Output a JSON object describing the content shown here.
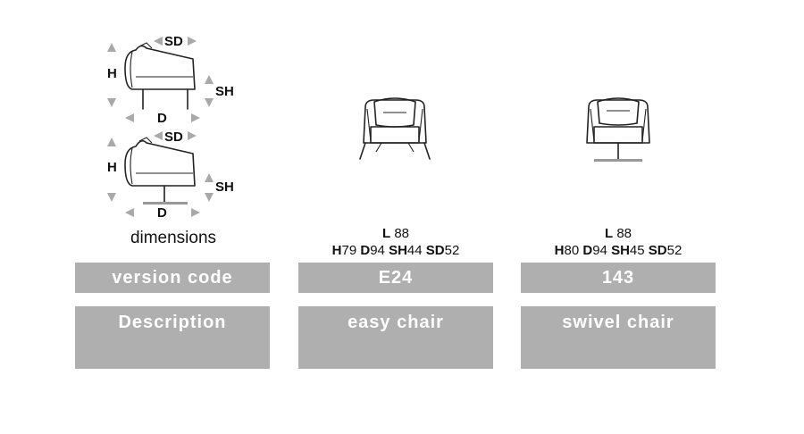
{
  "dimensions_panel": {
    "caption": "dimensions",
    "side_view_1": {
      "label_sd": "SD",
      "label_h": "H",
      "label_sh": "SH",
      "label_d": "D"
    },
    "side_view_2": {
      "label_sd": "SD",
      "label_h": "H",
      "label_sh": "SH",
      "label_d": "D"
    }
  },
  "products": [
    {
      "icon": "easy-chair-front-icon",
      "length_label": "L",
      "length_value": " 88",
      "h_label": "H",
      "h_value": "79 ",
      "d_label": "D",
      "d_value": "94 ",
      "sh_label": "SH",
      "sh_value": "44 ",
      "sd_label": "SD",
      "sd_value": "52",
      "version_code": "E24",
      "description": "easy chair"
    },
    {
      "icon": "swivel-chair-front-icon",
      "length_label": "L",
      "length_value": " 88",
      "h_label": "H",
      "h_value": "80 ",
      "d_label": "D",
      "d_value": "94 ",
      "sh_label": "SH",
      "sh_value": "45 ",
      "sd_label": "SD",
      "sd_value": "52",
      "version_code": "143",
      "description": "swivel chair"
    }
  ],
  "table": {
    "version_code_label": "version code",
    "description_label": "Description"
  },
  "colors": {
    "cell_background": "#afafaf",
    "cell_text": "#ffffff",
    "arrow": "#a9a9a9"
  }
}
